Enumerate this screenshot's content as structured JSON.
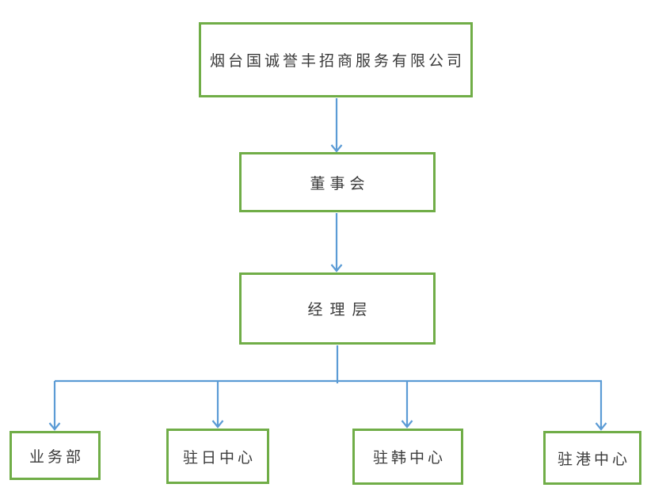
{
  "diagram": {
    "kind": "organization-chart",
    "company": {
      "label": "烟台国诚誉丰招商服务有限公司"
    },
    "board": {
      "label": "董事会"
    },
    "management": {
      "label": "经理层"
    },
    "departments": [
      {
        "label": "业务部"
      },
      {
        "label": "驻日中心"
      },
      {
        "label": "驻韩中心"
      },
      {
        "label": "驻港中心"
      }
    ],
    "edges": [
      {
        "from": "company",
        "to": "board",
        "arrow": true
      },
      {
        "from": "board",
        "to": "management",
        "arrow": true
      },
      {
        "from": "management",
        "to": "业务部",
        "arrow": true
      },
      {
        "from": "management",
        "to": "驻日中心",
        "arrow": true
      },
      {
        "from": "management",
        "to": "驻韩中心",
        "arrow": true
      },
      {
        "from": "management",
        "to": "驻港中心",
        "arrow": true
      }
    ],
    "colors": {
      "box_border": "#70AD47",
      "box_fill": "#FFFFFF",
      "connector": "#5B9BD5",
      "text": "#3A3A3A",
      "background": "#FFFFFF"
    }
  }
}
